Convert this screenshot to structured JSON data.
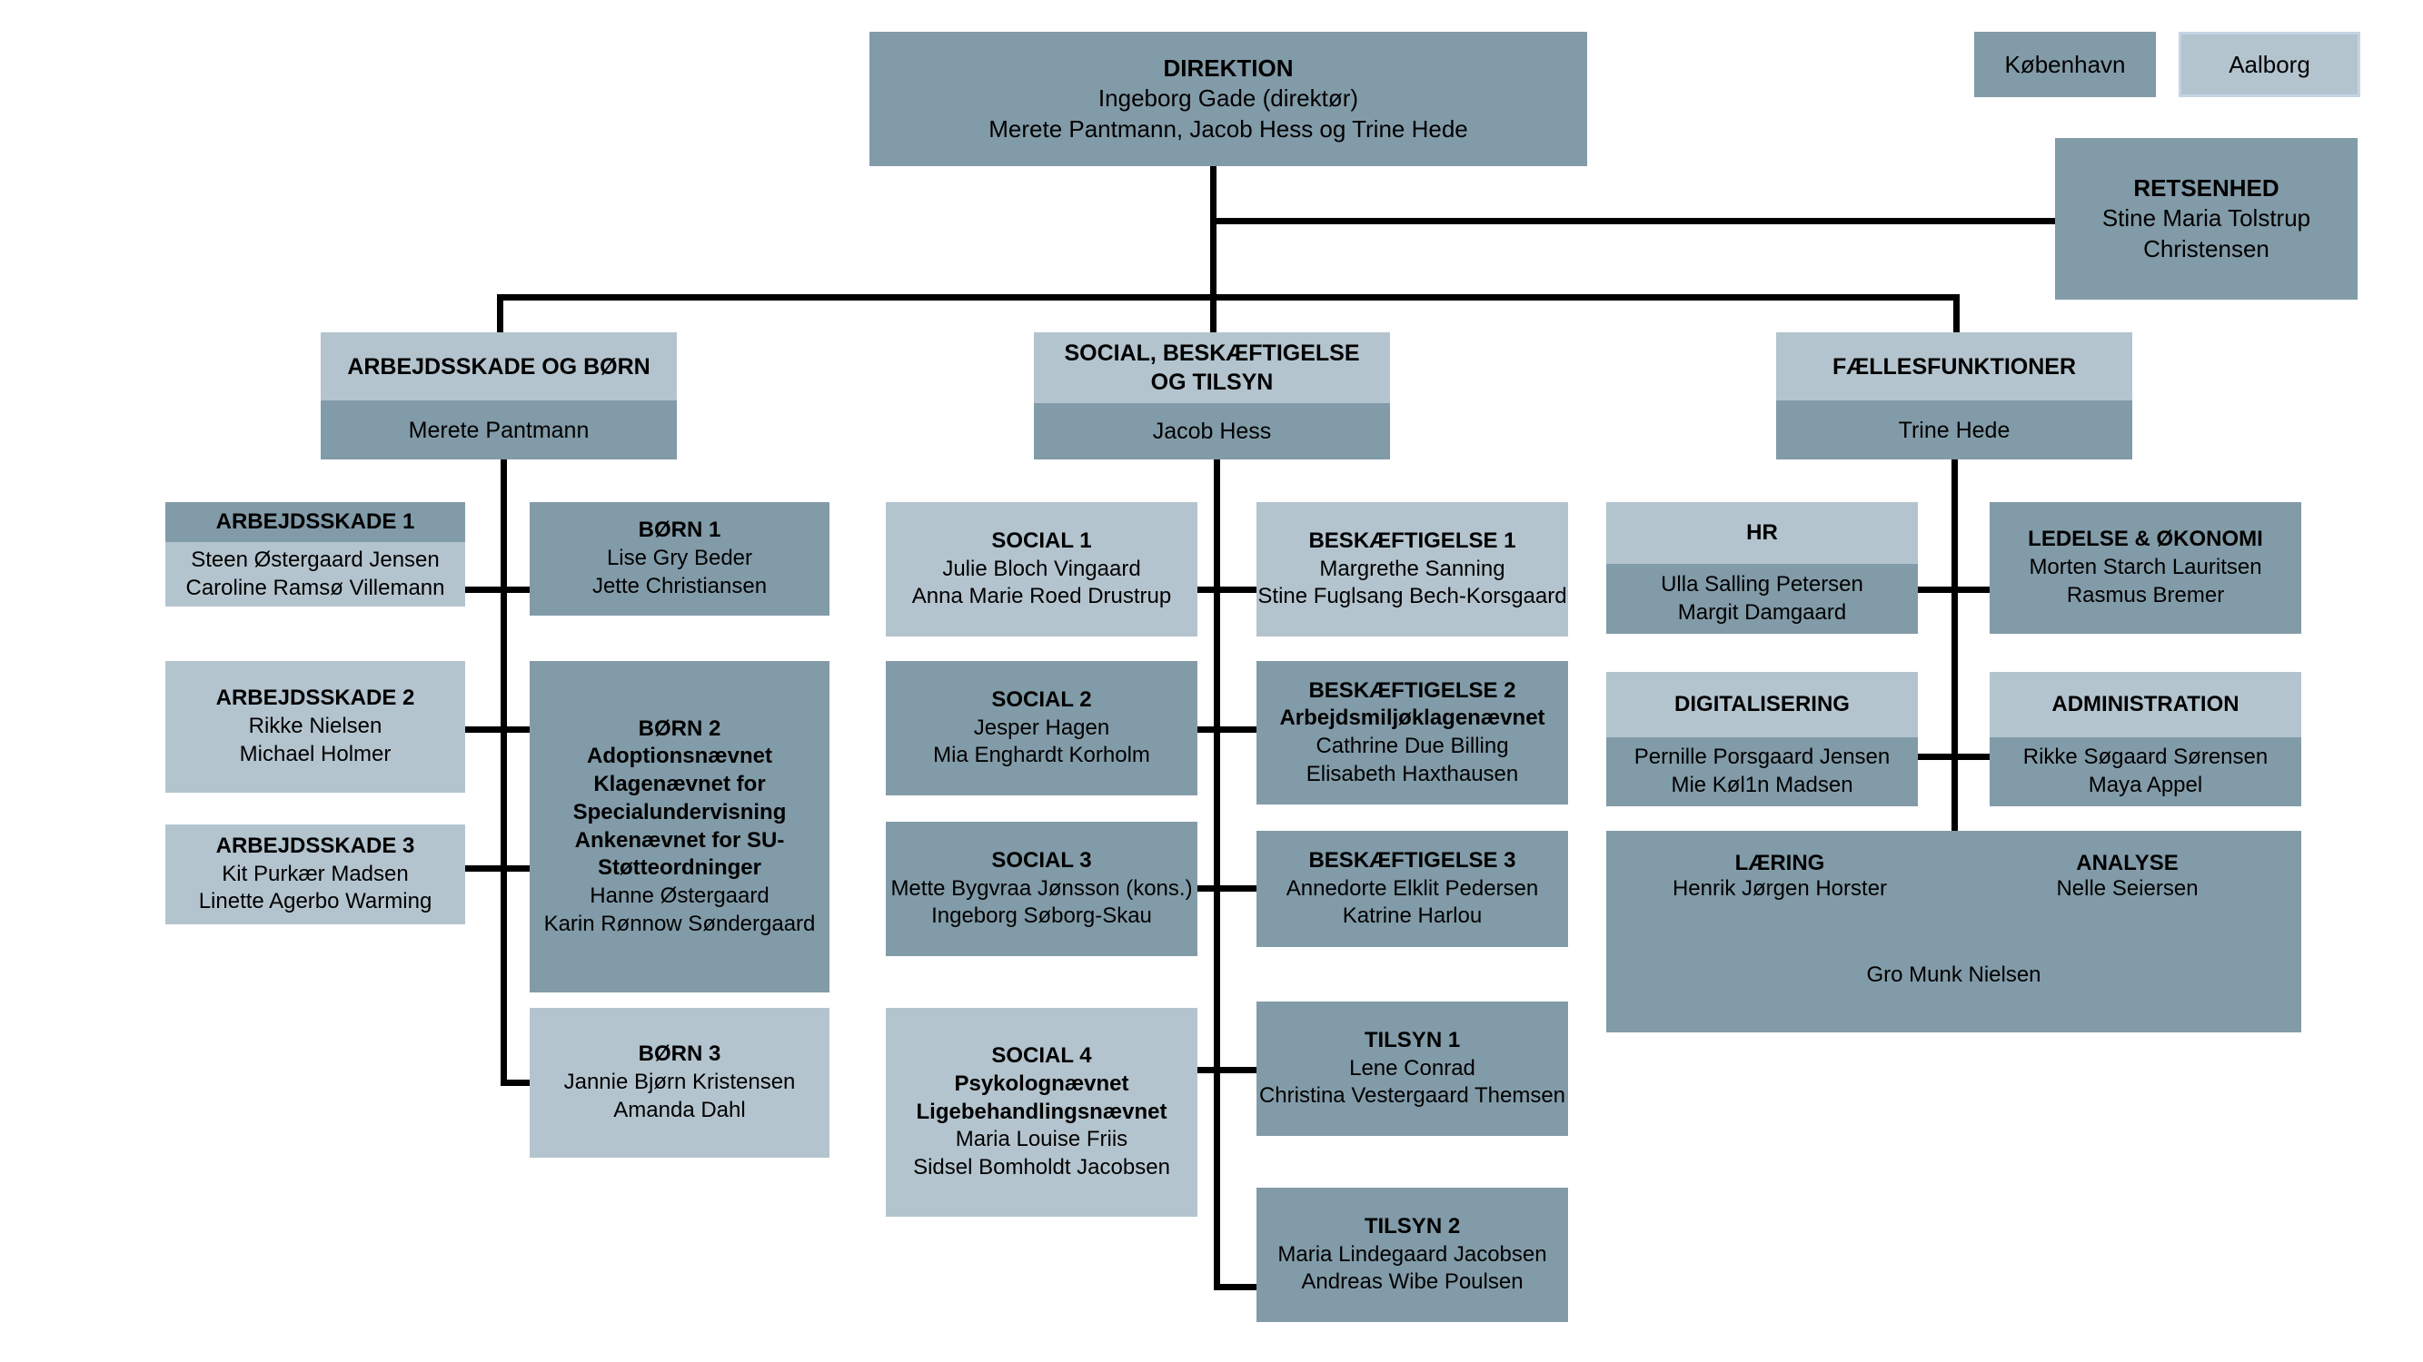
{
  "legend": {
    "items": [
      {
        "label": "København",
        "selected": false
      },
      {
        "label": "Aalborg",
        "selected": true
      }
    ]
  },
  "top": {
    "direktion": {
      "title": "DIREKTION",
      "line1": "Ingeborg Gade (direktør)",
      "line2": "Merete Pantmann, Jacob Hess og Trine Hede"
    },
    "retsenhed": {
      "title": "RETSENHED",
      "line1": "Stine Maria Tolstrup",
      "line2": "Christensen"
    }
  },
  "departments": [
    {
      "title": "ARBEJDSSKADE OG BØRN",
      "head": "Merete Pantmann"
    },
    {
      "title": "SOCIAL, BESKÆFTIGELSE OG TILSYN",
      "head": "Jacob Hess"
    },
    {
      "title": "FÆLLESFUNKTIONER",
      "head": "Trine Hede"
    }
  ],
  "units": {
    "arbejdsskade_1": {
      "title": "ARBEJDSSKADE 1",
      "names": [
        "Steen Østergaard Jensen",
        "Caroline Ramsø Villemann"
      ]
    },
    "arbejdsskade_2": {
      "title": "ARBEJDSSKADE 2",
      "names": [
        "Rikke Nielsen",
        "Michael Holmer"
      ]
    },
    "arbejdsskade_3": {
      "title": "ARBEJDSSKADE 3",
      "names": [
        "Kit Purkær Madsen",
        "Linette Agerbo Warming"
      ]
    },
    "boern_1": {
      "title": "BØRN 1",
      "names": [
        "Lise Gry Beder",
        "Jette Christiansen"
      ]
    },
    "boern_2": {
      "title": "BØRN 2",
      "boards": [
        "Adoptionsnævnet",
        "Klagenævnet for Specialundervisning",
        "Ankenævnet for SU-Støtteordninger"
      ],
      "names": [
        "Hanne Østergaard",
        "Karin Rønnow Søndergaard"
      ]
    },
    "boern_3": {
      "title": "BØRN 3",
      "names": [
        "Jannie Bjørn Kristensen",
        "Amanda Dahl"
      ]
    },
    "social_1": {
      "title": "SOCIAL 1",
      "names": [
        "Julie Bloch Vingaard",
        "Anna Marie Roed Drustrup"
      ]
    },
    "social_2": {
      "title": "SOCIAL 2",
      "names": [
        "Jesper Hagen",
        "Mia Enghardt Korholm"
      ]
    },
    "social_3": {
      "title": "SOCIAL 3",
      "names": [
        "Mette Bygvraa Jønsson (kons.)",
        "Ingeborg Søborg-Skau"
      ]
    },
    "social_4": {
      "title": "SOCIAL 4",
      "boards": [
        "Psykolognævnet",
        "Ligebehandlingsnævnet"
      ],
      "names": [
        "Maria Louise Friis",
        "Sidsel Bomholdt Jacobsen"
      ]
    },
    "beskaeftigelse_1": {
      "title": "BESKÆFTIGELSE 1",
      "names": [
        "Margrethe Sanning",
        "Stine Fuglsang Bech-Korsgaard"
      ]
    },
    "beskaeftigelse_2": {
      "title": "BESKÆFTIGELSE 2",
      "boards": [
        "Arbejdsmiljøklagenævnet"
      ],
      "names": [
        "Cathrine Due Billing",
        "Elisabeth Haxthausen"
      ]
    },
    "beskaeftigelse_3": {
      "title": "BESKÆFTIGELSE 3",
      "names": [
        "Annedorte Elklit Pedersen",
        "Katrine Harlou"
      ]
    },
    "tilsyn_1": {
      "title": "TILSYN 1",
      "names": [
        "Lene Conrad",
        "Christina Vestergaard Themsen"
      ]
    },
    "tilsyn_2": {
      "title": "TILSYN 2",
      "names": [
        "Maria Lindegaard Jacobsen",
        "Andreas Wibe Poulsen"
      ]
    },
    "hr": {
      "title": "HR",
      "names": [
        "Ulla Salling Petersen",
        "Margit Damgaard"
      ]
    },
    "ledelse_oekonomi": {
      "title": "LEDELSE & ØKONOMI",
      "names": [
        "Morten Starch Lauritsen",
        "Rasmus Bremer"
      ]
    },
    "digitalisering": {
      "title": "DIGITALISERING",
      "names": [
        "Pernille Porsgaard Jensen",
        "Mie Køl1n Madsen"
      ]
    },
    "administration": {
      "title": "ADMINISTRATION",
      "names": [
        "Rikke Søgaard Sørensen",
        "Maya Appel"
      ]
    },
    "laering": {
      "title": "LÆRING",
      "names": [
        "Henrik Jørgen Horster"
      ]
    },
    "analyse": {
      "title": "ANALYSE",
      "names": [
        "Nelle Seiersen"
      ]
    },
    "laering_analyse_shared": {
      "names": [
        "Gro Munk Nielsen"
      ]
    }
  },
  "colors": {
    "dark": "#829ba8",
    "light": "#b4c4ce",
    "connector": "#000000",
    "selected_border": "#c3d4e4"
  }
}
